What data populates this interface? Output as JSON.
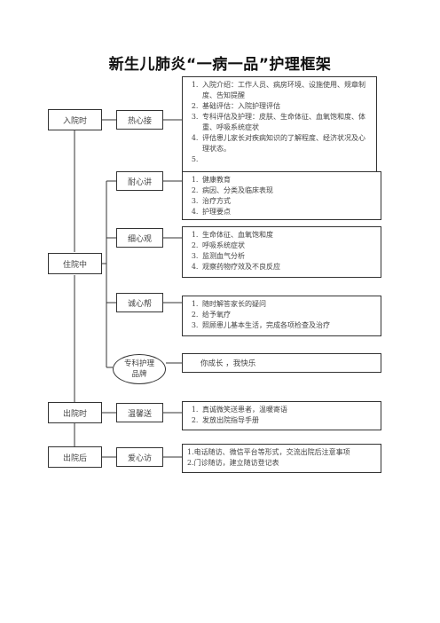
{
  "title": "新生儿肺炎“一病一品”护理框架",
  "stages": {
    "admission": "入院时",
    "hospitalization": "住院中",
    "discharge": "出院时",
    "after_discharge": "出院后"
  },
  "categories": {
    "warm_reception": "热心接",
    "patient_explain": "耐心讲",
    "careful_observe": "细心观",
    "sincere_help": "诚心帮",
    "brand": "专科护理品牌",
    "warm_send": "温馨送",
    "caring_visit": "爱心访"
  },
  "contents": {
    "warm_reception": [
      "入院介绍：工作人员、病房环境、设施使用、规章制度、告知提醒",
      "基础评估：入院护理评估",
      "专科评估及护理：皮肤、生命体征、血氧饱和度、体重、呼吸系统症状",
      "评估患儿家长对疾病知识的了解程度、经济状况及心理状态。",
      ""
    ],
    "patient_explain": [
      "健康教育",
      "病因、分类及临床表现",
      "治疗方式",
      "护理要点"
    ],
    "careful_observe": [
      "生命体征、血氧饱和度",
      "呼吸系统症状",
      "监测血气分析",
      "观察药物疗效及不良反应"
    ],
    "sincere_help": [
      "随时解答家长的疑问",
      "给予氧疗",
      "照顾患儿基本生活，完成各项检查及治疗"
    ],
    "brand": "你成长 ，我快乐",
    "warm_send": [
      "真诚微笑送患者，温暖寄语",
      "发放出院指导手册"
    ],
    "caring_visit": [
      "1.电话随访、微信平台等形式，交流出院后注意事项",
      "2.门诊随访，建立随访登记表"
    ]
  }
}
